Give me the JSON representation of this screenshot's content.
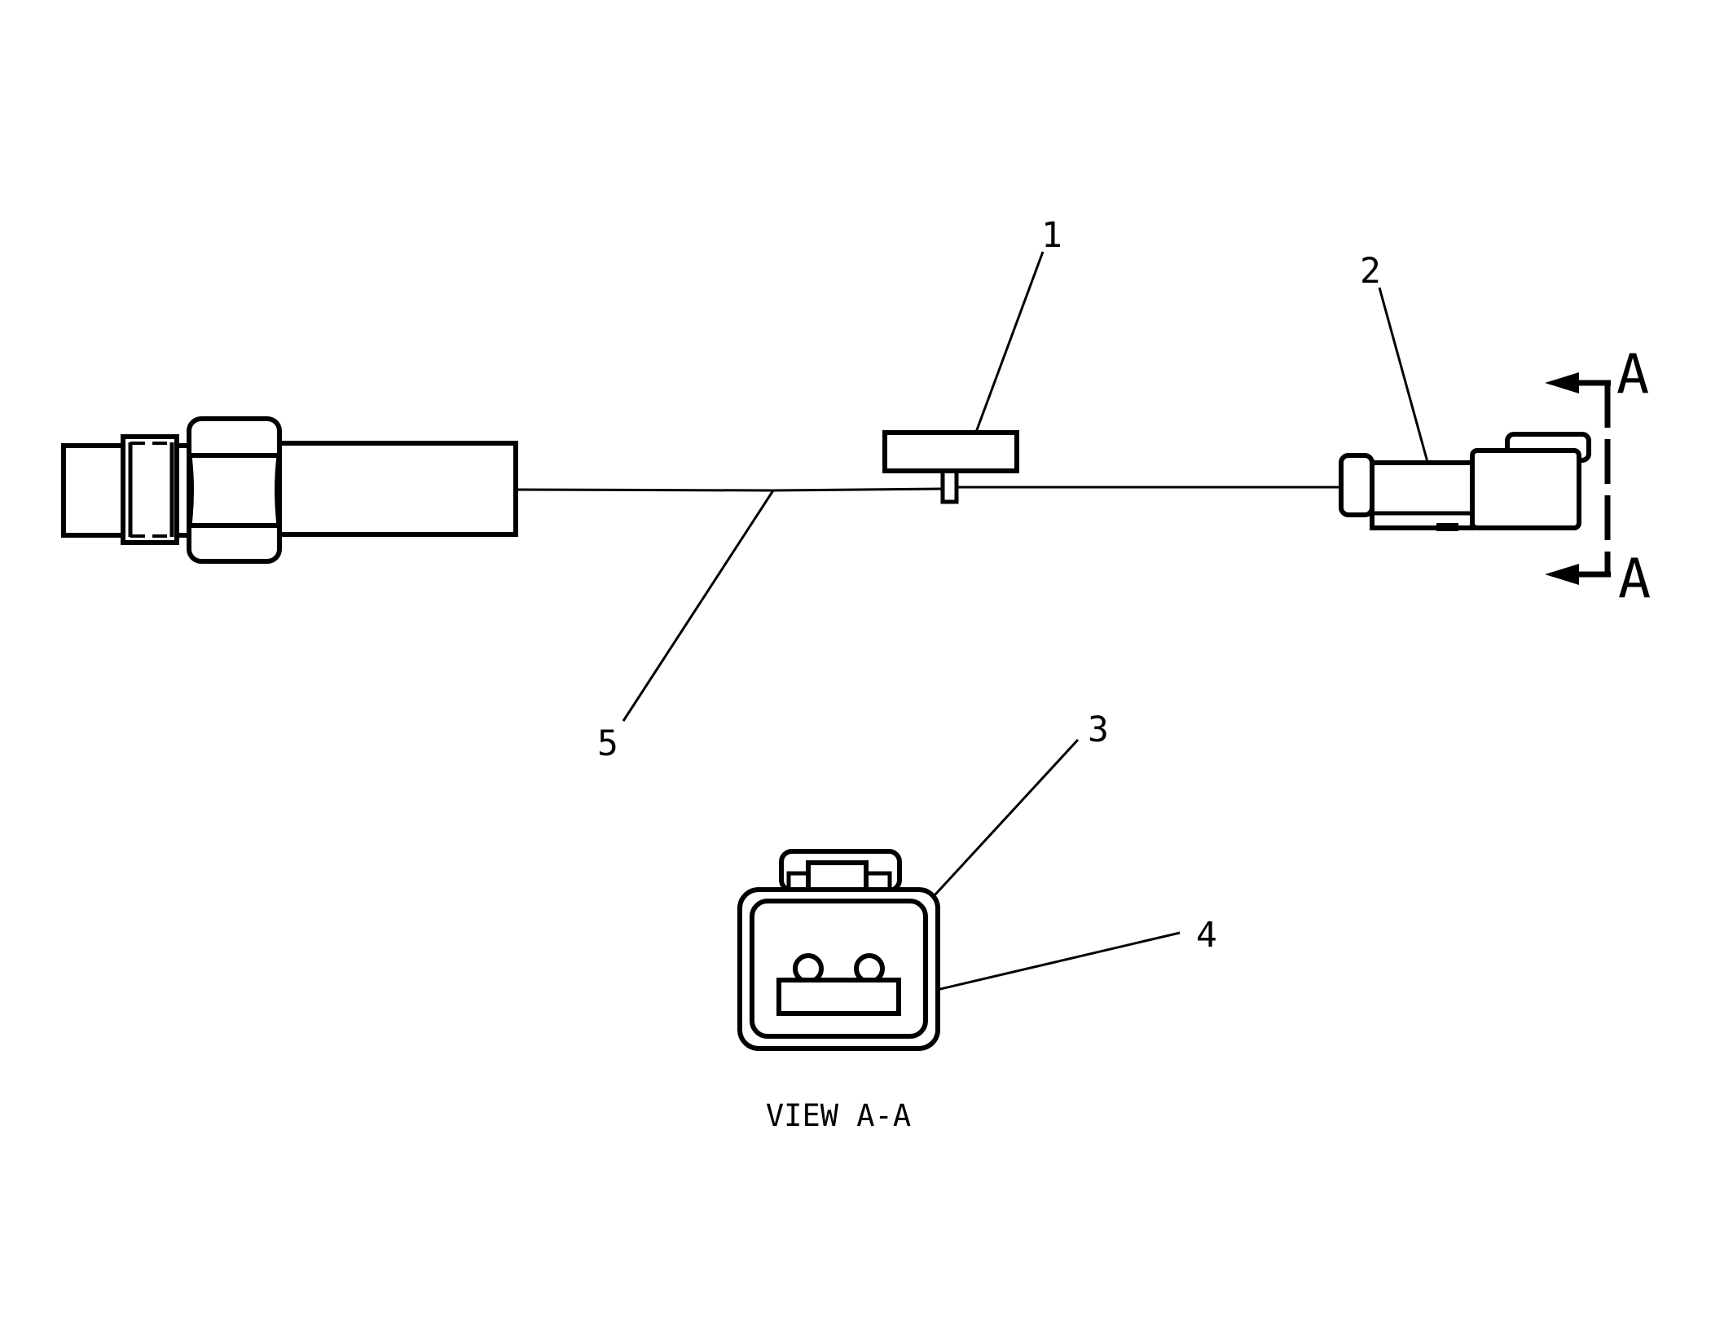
{
  "page": {
    "background_color": "#ffffff",
    "line_color": "#000000",
    "description_labels_visible": [
      "1",
      "2",
      "3",
      "4",
      "5",
      "A",
      "A",
      "VIEW A-A"
    ]
  },
  "callouts": {
    "c1": "1",
    "c2": "2",
    "c3": "3",
    "c4": "4",
    "c5": "5"
  },
  "section": {
    "top_label": "A",
    "bottom_label": "A"
  },
  "view": {
    "caption": "VIEW A-A"
  }
}
